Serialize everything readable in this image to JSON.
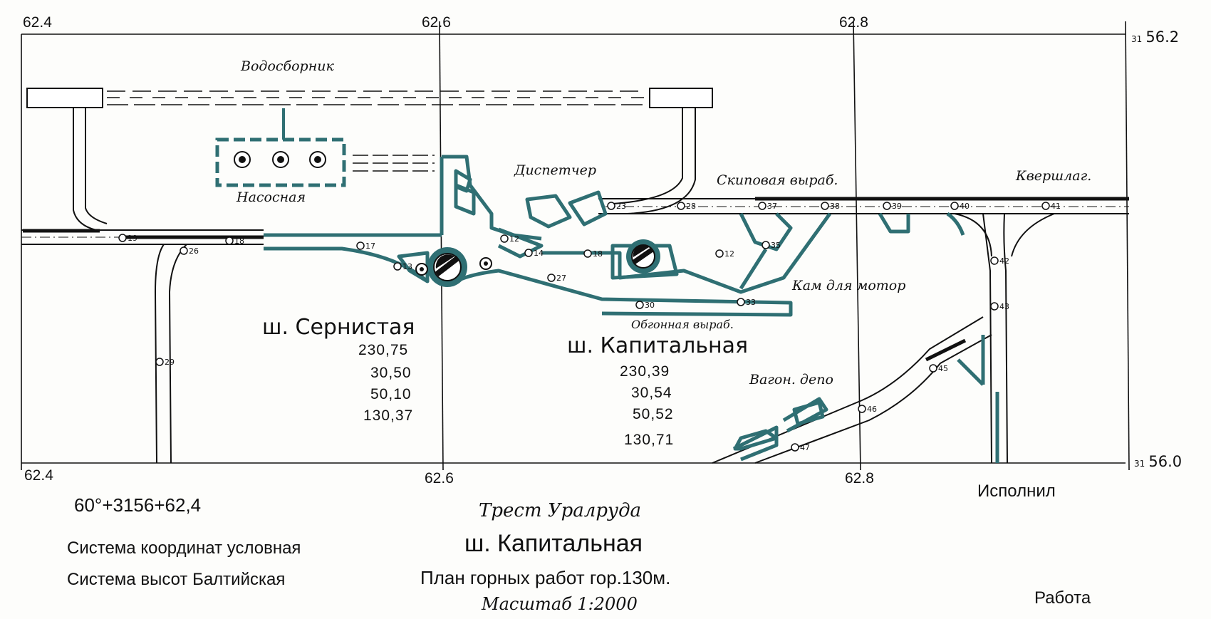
{
  "grid": {
    "top_labels": [
      "62.4",
      "62.6",
      "62.8"
    ],
    "bottom_labels": [
      "62.4",
      "62.6",
      "62.8"
    ],
    "right_top": {
      "prefix": "31",
      "value": "56.2"
    },
    "right_bottom": {
      "prefix": "31",
      "value": "56.0"
    }
  },
  "map_labels": {
    "reservoir": "Водосборник",
    "pump_station": "Насосная",
    "dispatcher": "Диспетчер",
    "skip_working": "Скиповая выраб.",
    "kvershlag": "Квершлаг.",
    "motor_chamber": "Кам для мотор",
    "bypass_working": "Обгонная выраб.",
    "wagon_depot": "Вагон. депо"
  },
  "shafts": [
    {
      "name": "ш. Сернистая",
      "values": [
        "230,75",
        "30,50",
        "50,10",
        "130,37"
      ]
    },
    {
      "name": "ш. Капитальная",
      "values": [
        "230,39",
        "30,54",
        "50,52",
        "130,71"
      ]
    }
  ],
  "stations": [
    "19",
    "26",
    "18",
    "17",
    "13",
    "12",
    "14",
    "18",
    "12",
    "27",
    "30",
    "33",
    "35",
    "23",
    "28",
    "37",
    "38",
    "39",
    "40",
    "41",
    "42",
    "43",
    "45",
    "46",
    "47",
    "29"
  ],
  "footer": {
    "formula": "60°+3156+62,4",
    "coord_system": "Система координат условная",
    "height_system": "Система высот Балтийская",
    "trust": "Трест   Уралруда",
    "mine": "ш. Капитальная",
    "plan": "План  горных  работ  гор.130м.",
    "scale": "Масштаб  1:2000",
    "executed": "Исполнил",
    "work": "Работа"
  },
  "colors": {
    "working": "#2f6f73",
    "ink": "#111111",
    "paper": "#fdfdfb"
  }
}
